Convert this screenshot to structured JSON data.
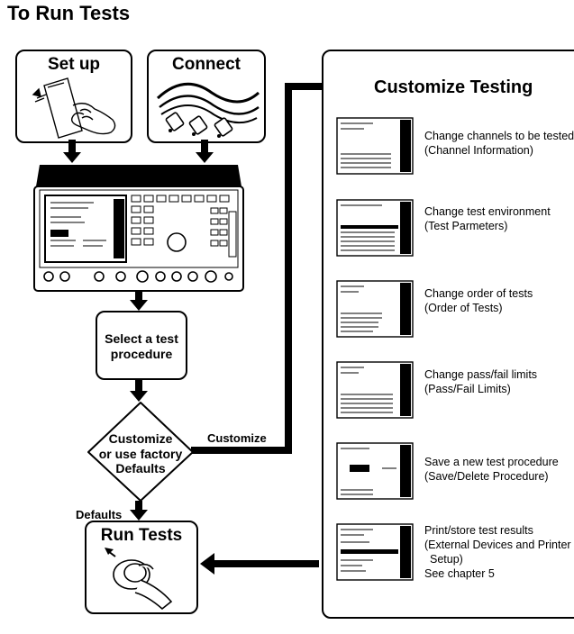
{
  "title": "To Run Tests",
  "steps": {
    "setup": "Set up",
    "connect": "Connect",
    "select_line1": "Select a test",
    "select_line2": "procedure",
    "decision_line1": "Customize",
    "decision_line2": "or use factory",
    "decision_line3": "Defaults",
    "run_tests": "Run Tests"
  },
  "edges": {
    "customize": "Customize",
    "defaults": "Defaults"
  },
  "customize_panel": {
    "title": "Customize Testing",
    "items": [
      {
        "line1": "Change channels to be tested",
        "line2": "(Channel Information)"
      },
      {
        "line1": "Change test environment",
        "line2": "(Test Parmeters)"
      },
      {
        "line1": "Change order of tests",
        "line2": "(Order of Tests)"
      },
      {
        "line1": "Change pass/fail limits",
        "line2": "(Pass/Fail Limits)"
      },
      {
        "line1": "Save a new test procedure",
        "line2": "(Save/Delete Procedure)"
      },
      {
        "line1": "Print/store test results",
        "line2": "(External Devices and Printer",
        "line3": "Setup)",
        "line4": "See chapter 5"
      }
    ]
  }
}
